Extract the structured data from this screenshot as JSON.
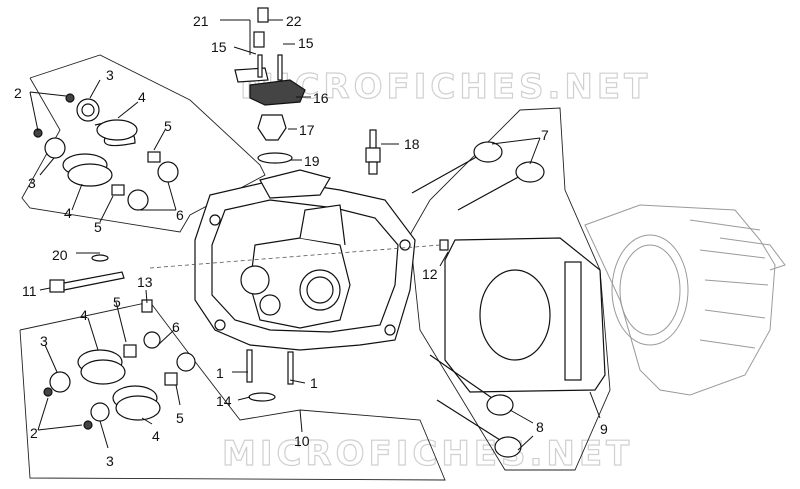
{
  "watermarks": [
    "MICROFICHES.NET",
    "MICROFICHES.NET"
  ],
  "callouts": {
    "c1a": "1",
    "c1b": "1",
    "c2a": "2",
    "c2b": "2",
    "c3a": "3",
    "c3b": "3",
    "c3c": "3",
    "c3d": "3",
    "c4a": "4",
    "c4b": "4",
    "c4c": "4",
    "c4d": "4",
    "c5a": "5",
    "c5b": "5",
    "c5c": "5",
    "c5d": "5",
    "c6a": "6",
    "c6b": "6",
    "c7": "7",
    "c8": "8",
    "c9": "9",
    "c10": "10",
    "c11": "11",
    "c12": "12",
    "c13": "13",
    "c14": "14",
    "c15a": "15",
    "c15b": "15",
    "c16": "16",
    "c17": "17",
    "c18": "18",
    "c19": "19",
    "c20": "20",
    "c21": "21",
    "c22": "22"
  }
}
